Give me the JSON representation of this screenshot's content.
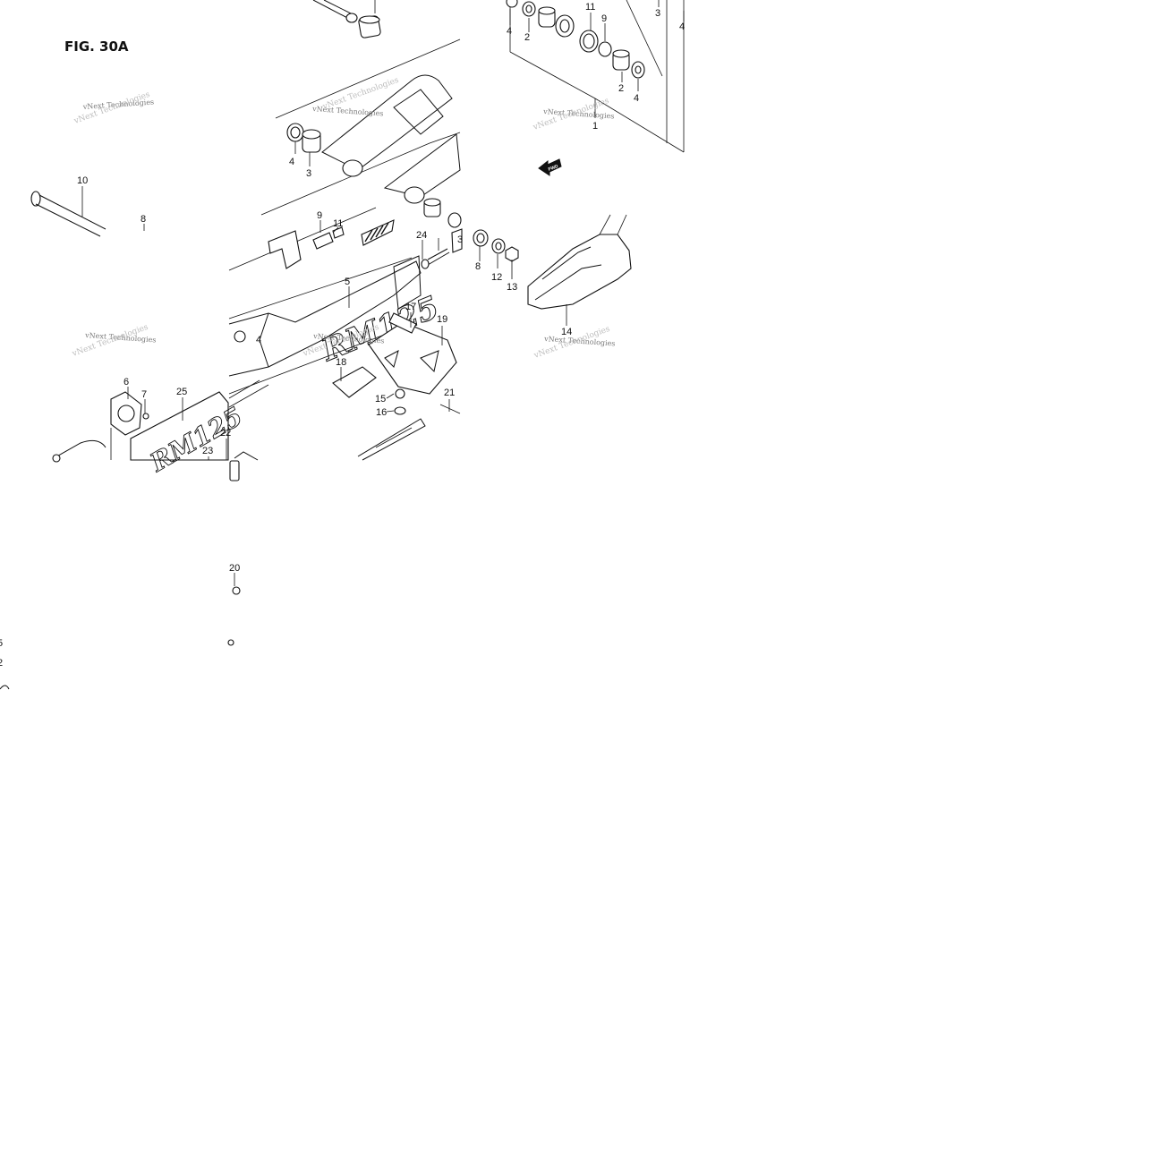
{
  "figure": {
    "title": "FIG. 30A",
    "fwd_label": "FWD",
    "decal_text": "RM125"
  },
  "watermark": {
    "text": "vNext Technologies"
  },
  "callouts": [
    "1",
    "2",
    "2",
    "3",
    "3",
    "3",
    "4",
    "4",
    "4",
    "4",
    "4",
    "5",
    "6",
    "7",
    "8",
    "8",
    "9",
    "9",
    "10",
    "11",
    "11",
    "12",
    "13",
    "14",
    "15",
    "16",
    "17",
    "18",
    "19",
    "20",
    "21",
    "22",
    "23",
    "24",
    "25"
  ]
}
